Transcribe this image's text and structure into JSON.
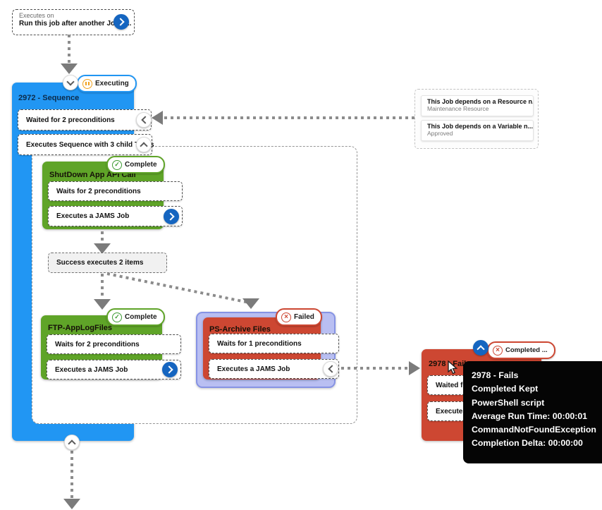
{
  "icons": {
    "check": "✓",
    "cross": "×"
  },
  "executes_on": {
    "kicker": "Executes on",
    "title": "Run this job after another Job n..."
  },
  "sequence": {
    "title": "2972 - Sequence",
    "status": "Executing",
    "waited": "Waited for 2 preconditions",
    "action": "Executes Sequence with 3 child Tasks"
  },
  "deps": {
    "resource_title": "This Job depends on a Resource n...",
    "resource_value": "Maintenance Resource",
    "variable_title": "This Job depends on a Variable n...",
    "variable_value": "Approved"
  },
  "shutdown": {
    "title": "ShutDown App API Call",
    "status": "Complete",
    "waits": "Waits for 2 preconditions",
    "action": "Executes a JAMS Job"
  },
  "success": {
    "label": "Success executes 2 items"
  },
  "ftp": {
    "title": "FTP-AppLogFiles",
    "status": "Complete",
    "waits": "Waits for 2 preconditions",
    "action": "Executes a JAMS Job"
  },
  "ps_archive": {
    "title": "PS-Archive Files",
    "status": "Failed",
    "waits": "Waits for 1 preconditions",
    "action": "Executes a JAMS Job"
  },
  "fails": {
    "title": "2978 - Fails",
    "status": "Completed ...",
    "waited": "Waited for",
    "action": "Executes P"
  },
  "tooltip": {
    "lines": [
      "2978 - Fails",
      "Completed Kept",
      "PowerShell script",
      "Average Run Time: 00:00:01",
      "CommandNotFoundException",
      "Completion Delta: 00:00:00"
    ]
  },
  "colors": {
    "node_blue": "#2196f3",
    "node_green": "#5fa428",
    "node_red": "#cd4732",
    "accent_blue": "#1565c0",
    "status_orange": "#f0a11c",
    "highlight_lavender": "#b9bff2"
  }
}
